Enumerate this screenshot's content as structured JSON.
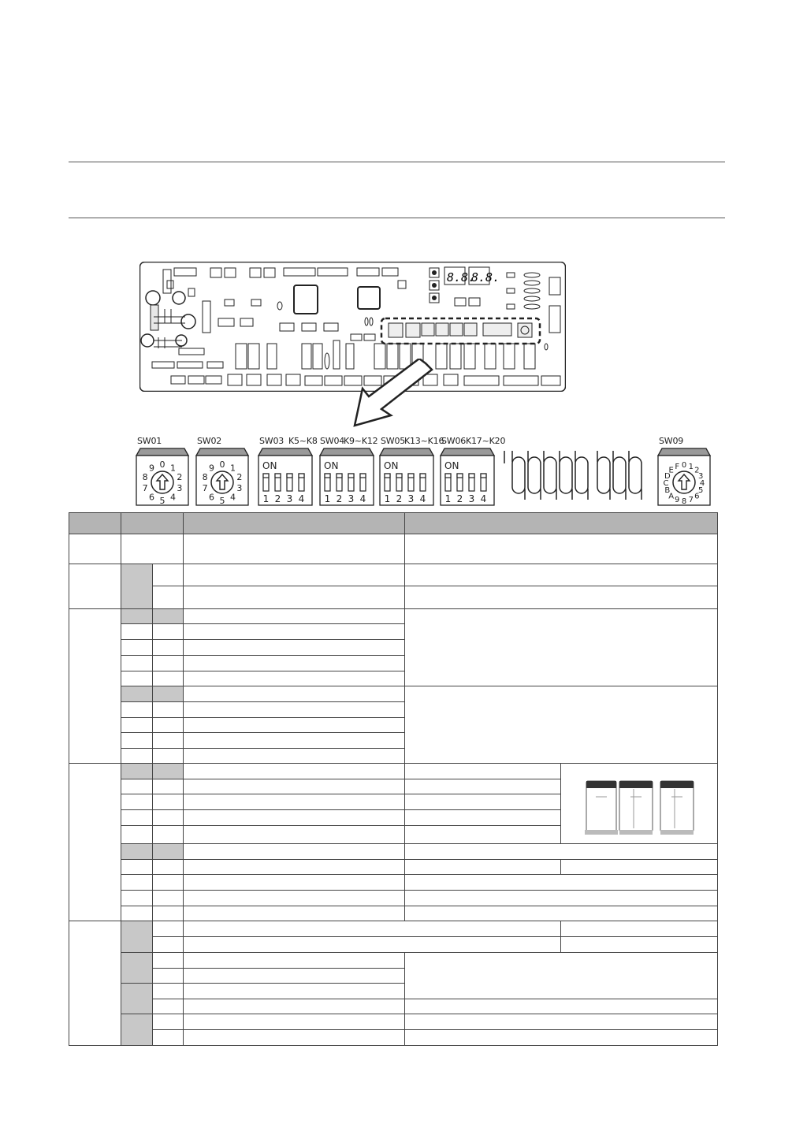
{
  "switch_labels": {
    "sw01": "SW01",
    "sw02": "SW02",
    "sw03": "SW03",
    "sw03_range": "K5~K8",
    "sw04": "SW04",
    "sw04_range": "K9~K12",
    "sw05": "SW05",
    "sw05_range": "K13~K16",
    "sw06": "SW06",
    "sw06_range": "K17~K20",
    "sw09": "SW09"
  },
  "dip_on_label": "ON",
  "dip_numbers": [
    "1",
    "2",
    "3",
    "4"
  ],
  "rotary_decimal_digits": [
    "0",
    "1",
    "2",
    "3",
    "4",
    "5",
    "6",
    "7",
    "8",
    "9"
  ],
  "rotary_hex_digits": [
    "0",
    "1",
    "2",
    "3",
    "4",
    "5",
    "6",
    "7",
    "8",
    "9",
    "A",
    "B",
    "C",
    "D",
    "E",
    "F"
  ],
  "segment_display": [
    "8.8.",
    "8.8."
  ],
  "colors": {
    "table_header": "#b4b4b4",
    "table_shaded": "#c8c8c8",
    "rule_line": "#555555"
  }
}
